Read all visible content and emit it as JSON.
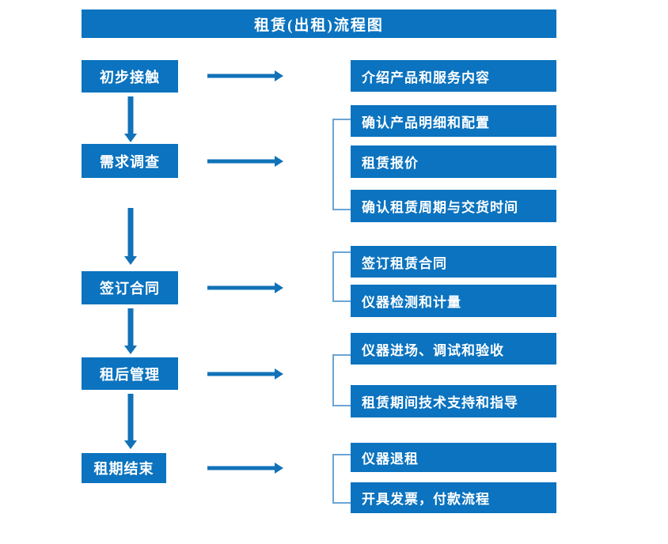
{
  "diagram": {
    "title": "租赁(出租)流程图",
    "accent_color": "#0b73bf",
    "arrow_color": "#1172b8",
    "bracket_color": "#6ba4d4",
    "text_color": "#ffffff",
    "background_color": "#ffffff"
  },
  "stages": [
    {
      "id": "stage-1",
      "label": "初步接触",
      "details": [
        "介绍产品和服务内容"
      ],
      "bracketed": false
    },
    {
      "id": "stage-2",
      "label": "需求调查",
      "details": [
        "确认产品明细和配置",
        "租赁报价",
        "确认租赁周期与交货时间"
      ],
      "bracketed": true
    },
    {
      "id": "stage-3",
      "label": "签订合同",
      "details": [
        "签订租赁合同",
        "仪器检测和计量"
      ],
      "bracketed": true
    },
    {
      "id": "stage-4",
      "label": "租后管理",
      "details": [
        "仪器进场、调试和验收",
        "租赁期间技术支持和指导"
      ],
      "bracketed": true
    },
    {
      "id": "stage-5",
      "label": "租期结束",
      "details": [
        "仪器退租",
        "开具发票，付款流程"
      ],
      "bracketed": true
    }
  ]
}
